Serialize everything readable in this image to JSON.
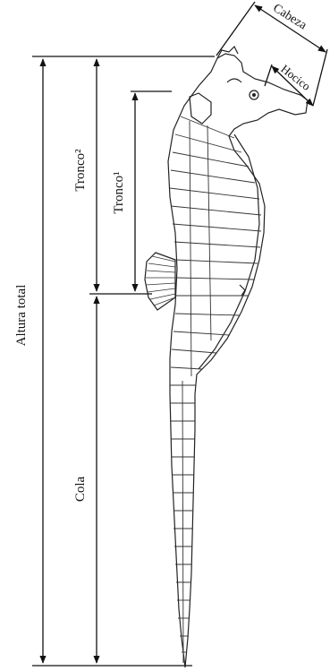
{
  "figure": {
    "labels": {
      "total_height": "Altura total",
      "trunk_2": "Tronco²",
      "trunk_1": "Tronco¹",
      "tail": "Cola",
      "head": "Cabeza",
      "snout": "Hocico"
    },
    "colors": {
      "line": "#111111",
      "background": "#ffffff"
    }
  }
}
